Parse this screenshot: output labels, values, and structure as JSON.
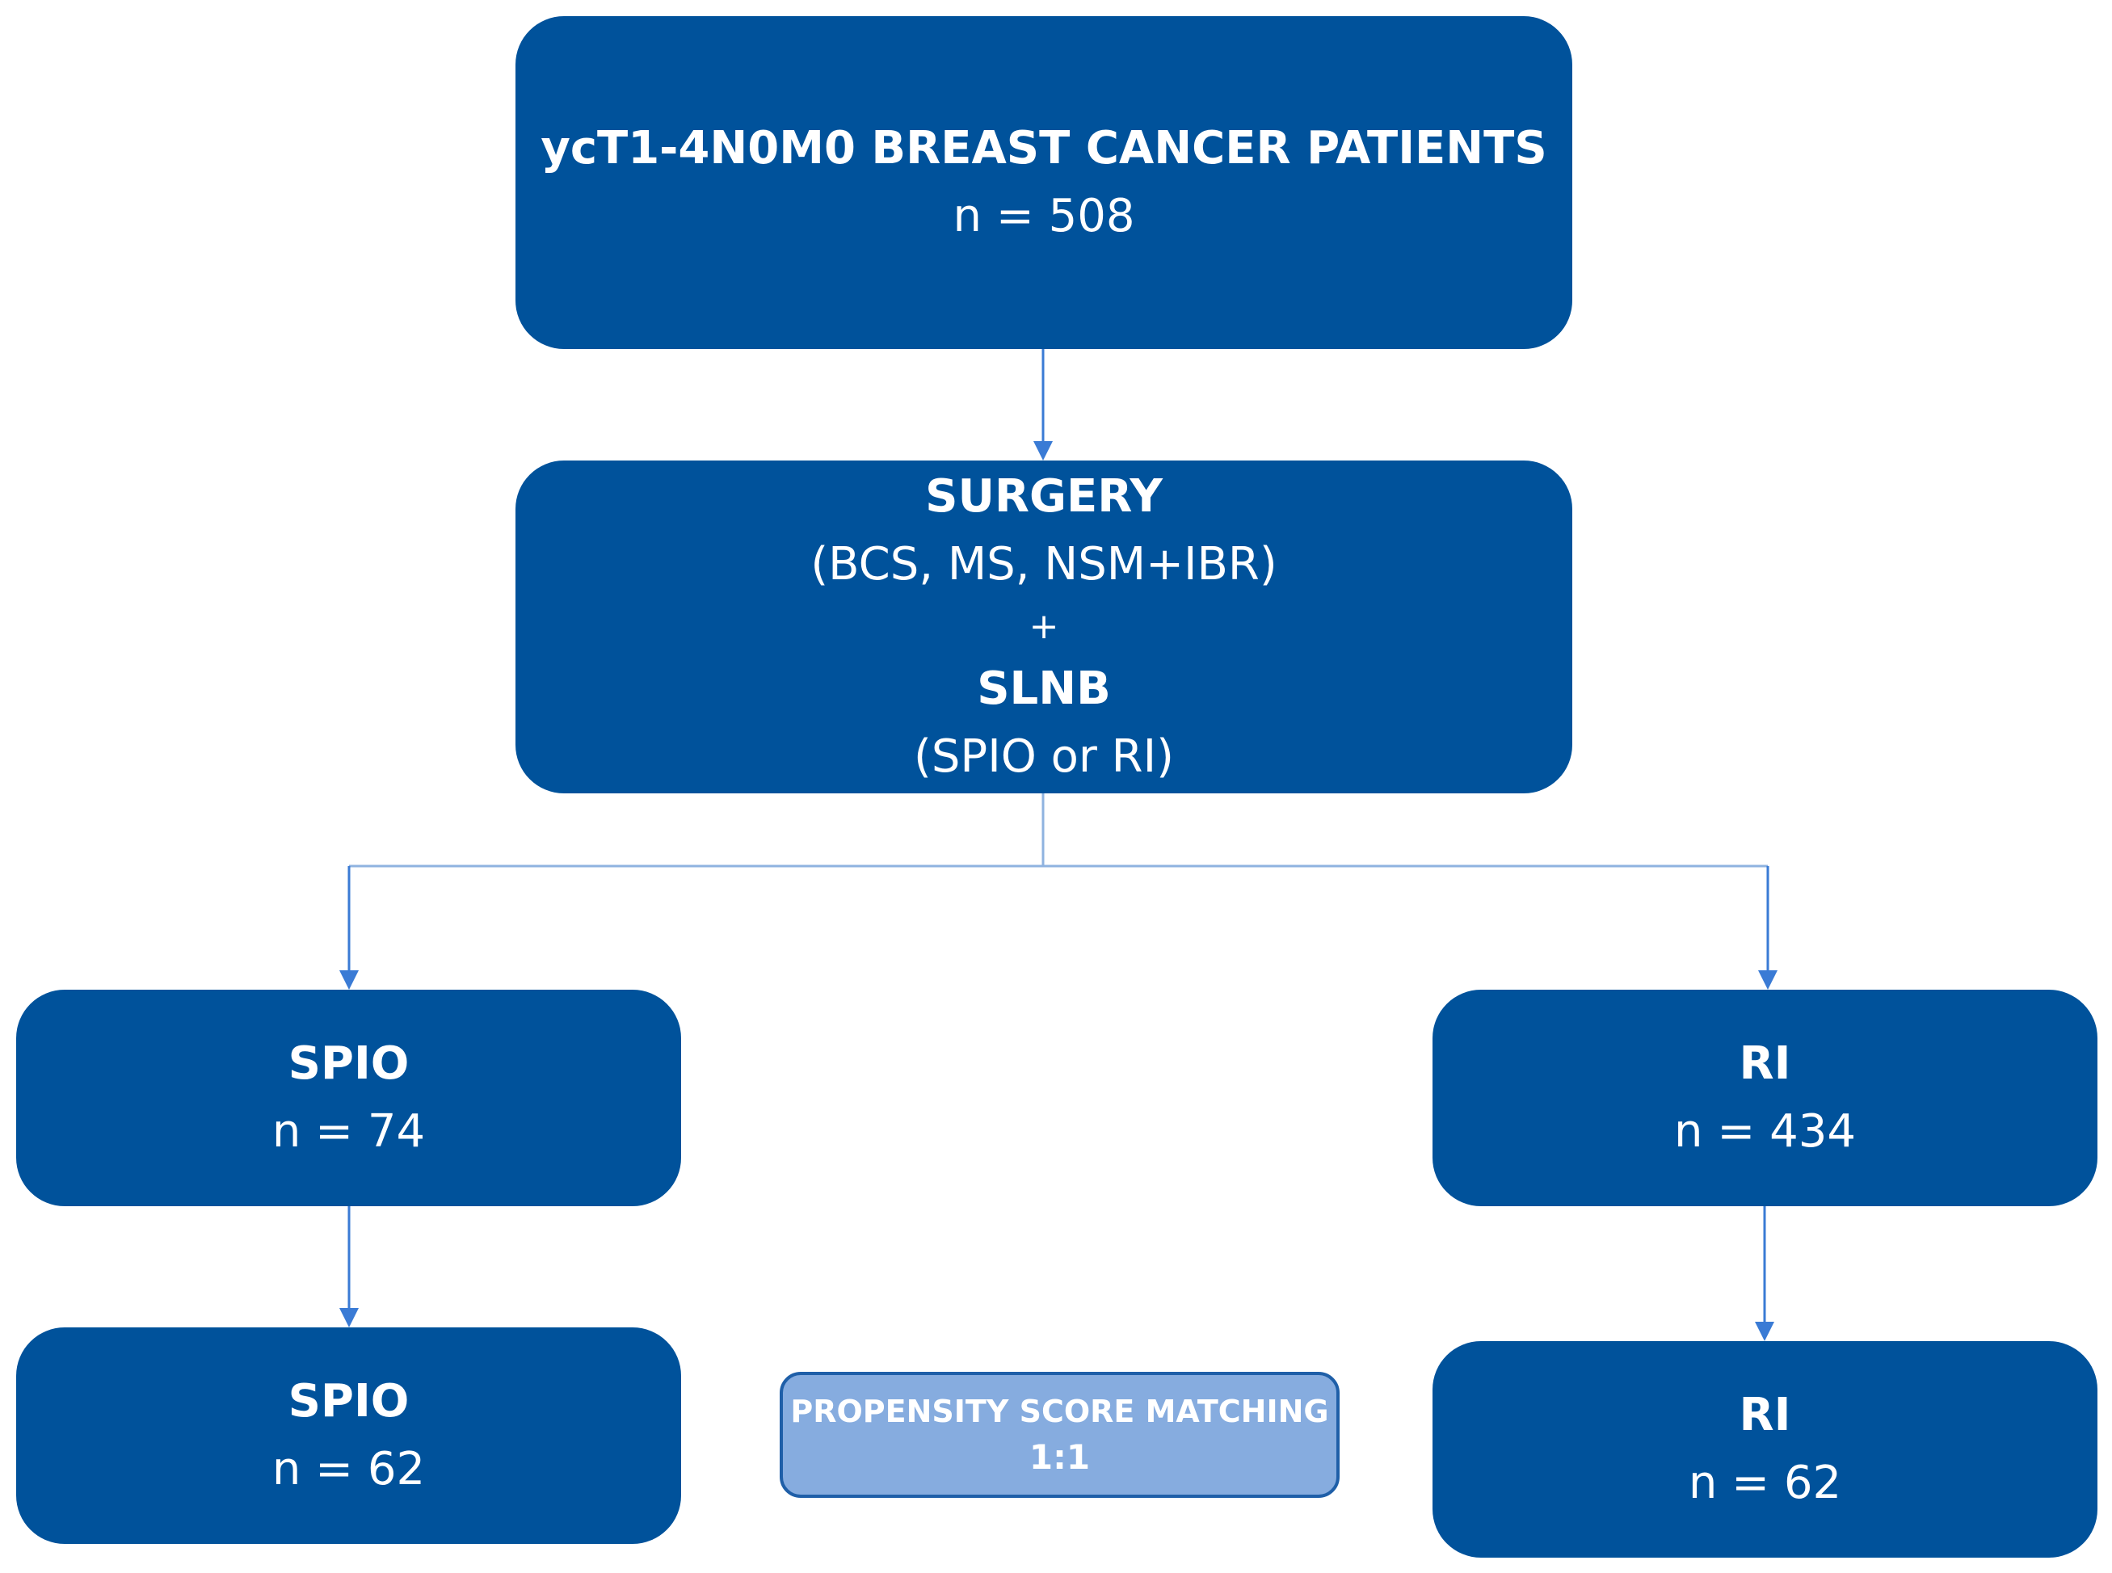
{
  "nodes": {
    "top": {
      "title": "ycT1-4N0M0 BREAST CANCER PATIENTS",
      "count": "n = 508"
    },
    "surgery": {
      "title": "SURGERY",
      "types": "(BCS, MS, NSM+IBR)",
      "plus": "+",
      "procedure": "SLNB",
      "methods": "(SPIO or RI)"
    },
    "spio": {
      "title": "SPIO",
      "count": "n = 74"
    },
    "ri": {
      "title": "RI",
      "count": "n = 434"
    },
    "spio_matched": {
      "title": "SPIO",
      "count": "n = 62"
    },
    "ri_matched": {
      "title": "RI",
      "count": "n = 62"
    },
    "matching": {
      "title": "PROPENSITY SCORE MATCHING",
      "ratio": "1:1"
    }
  },
  "colors": {
    "box_fill": "#00529b",
    "box_text": "#ffffff",
    "matching_fill": "#86acdf",
    "matching_border": "#1f5fa8",
    "connector": "#3a7bd5"
  }
}
